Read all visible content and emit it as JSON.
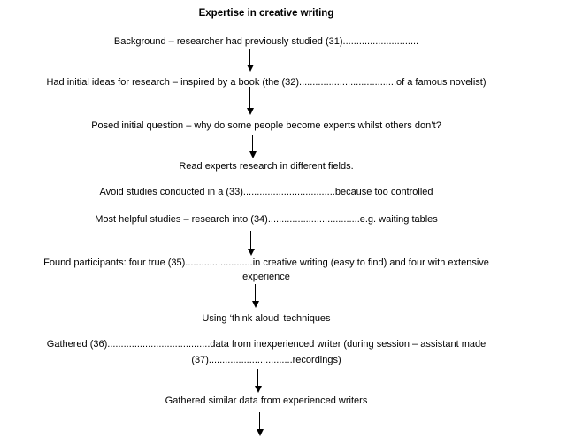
{
  "title": "Expertise in creative writing",
  "steps": {
    "background": "Background – researcher had previously studied (31)............................",
    "initial_ideas": "Had initial ideas for research – inspired by a book (the (32)....................................of a famous novelist)",
    "initial_question": "Posed initial question – why do some people become experts whilst others don’t?",
    "read_research": "Read experts research in different fields.",
    "avoid_studies": "Avoid studies conducted in a (33)..................................because too controlled",
    "helpful_studies": "Most helpful studies – research into (34)..................................e.g. waiting tables",
    "participants_line1": "Found participants: four true (35).........................in creative writing (easy to find) and four with extensive",
    "participants_line2": "experience",
    "think_aloud": "Using ‘think aloud’ techniques",
    "gathered_line1": "Gathered (36)......................................data from inexperienced writer (during session – assistant made",
    "gathered_line2": "(37)...............................recordings)",
    "gathered_experienced": "Gathered similar data from experienced writers"
  },
  "colors": {
    "text": "#000000",
    "background": "#ffffff"
  }
}
